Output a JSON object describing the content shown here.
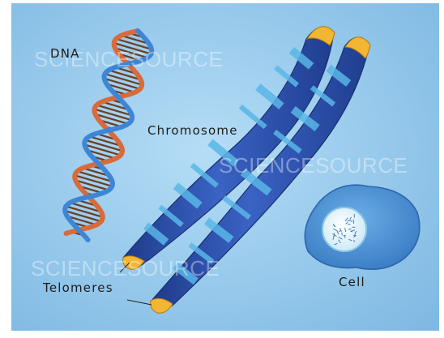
{
  "labels": {
    "dna": "DNA",
    "chromosome": "Chromosome",
    "telomeres": "Telomeres",
    "cell": "Cell"
  },
  "watermark": "SCIENCESOURCE",
  "colors": {
    "background": "#8fc4ea",
    "chromatid_dark": "#2b4fa8",
    "chromatid_light": "#59b6e6",
    "telomere": "#f2b632",
    "dna_strand_a": "#d96a3a",
    "dna_strand_b": "#3d86d6",
    "base_pair": "#6a3d22",
    "cell": "#4a8fd0",
    "nucleus": "#dff2fb"
  }
}
